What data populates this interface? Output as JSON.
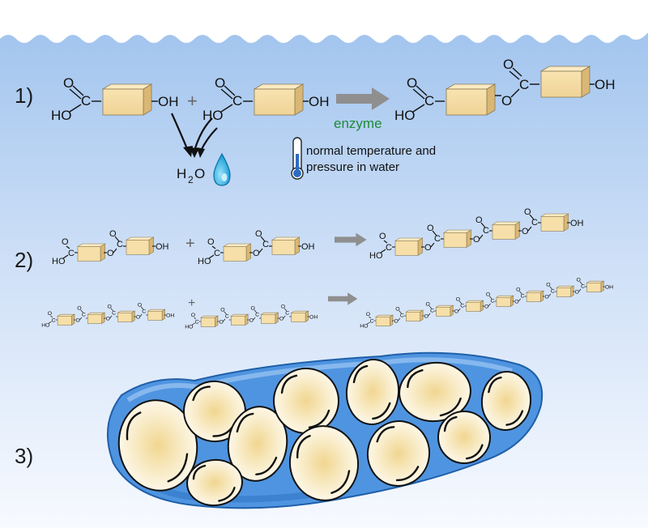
{
  "steps": [
    {
      "label": "1)"
    },
    {
      "label": "2)"
    },
    {
      "label": "3)"
    }
  ],
  "step1": {
    "monomer_a": {
      "carbonyl_o": "O",
      "hydroxyl": "HO",
      "carbon": "C",
      "terminal_oh": "OH"
    },
    "plus": "+",
    "monomer_b": {
      "carbonyl_o": "O",
      "hydroxyl": "HO",
      "carbon": "C",
      "terminal_oh": "OH"
    },
    "arrow_label": "enzyme",
    "water": {
      "h": "H",
      "sub": "2",
      "o": "O"
    },
    "condition_lines": [
      "normal temperature and",
      "pressure in water"
    ],
    "product": {
      "carbonyl_o": "O",
      "hydroxyl": "HO",
      "carbon": "C",
      "ester_o": "O",
      "ester_carbonyl_o": "O",
      "ester_carbon": "C",
      "terminal_oh": "OH"
    }
  },
  "step2": {
    "plus": "+"
  },
  "colors": {
    "water_top": "#9fc3ee",
    "water_bottom": "#f4f8ff",
    "monomer_block": "#f6dfa8",
    "arrow": "#8e8e8e",
    "enzyme_text": "#1e8a3a",
    "water_drop": "#29a8e0",
    "cell_membrane": "#3d86d6",
    "granule_center": "#f3dca0"
  },
  "icons": [
    "thermometer-icon",
    "water-drop-icon",
    "reaction-arrow-icon"
  ]
}
